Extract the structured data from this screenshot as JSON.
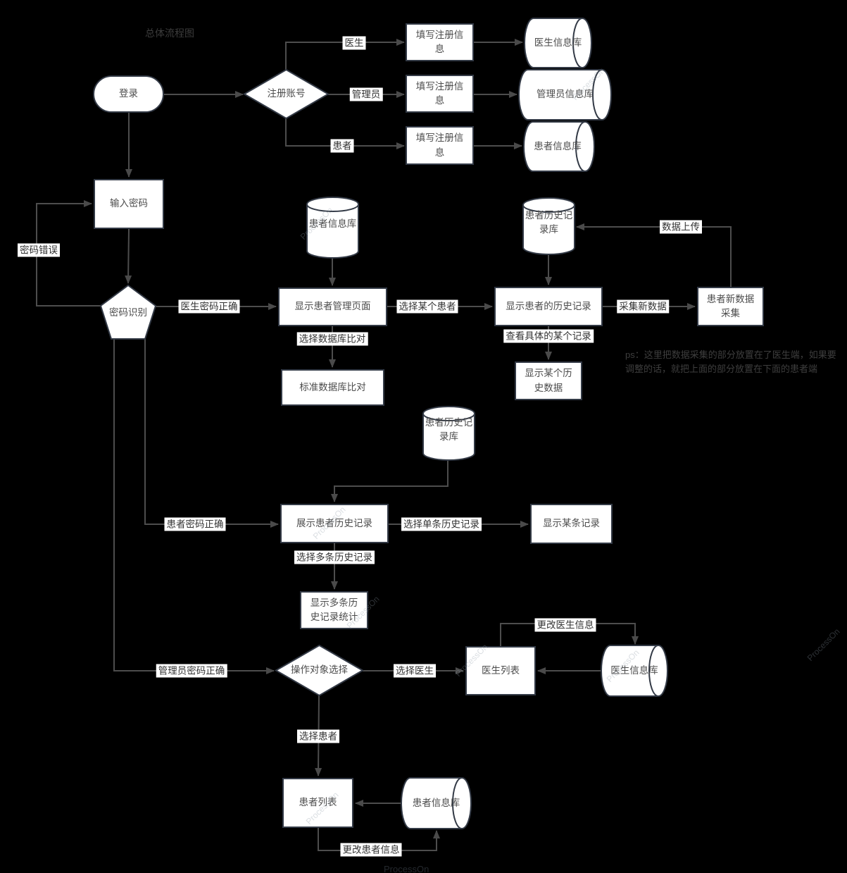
{
  "title": "总体流程图",
  "watermark": "ProcessOn",
  "note": {
    "text": "ps：这里把数据采集的部分放置在了医生端，如果要调整的话，就把上面的部分放置在下面的患者端"
  },
  "colors": {
    "background": "#000000",
    "shape_fill": "#ffffff",
    "shape_border": "#333a46",
    "line": "#4d4d4d",
    "shape_text": "#4c4c4c",
    "label_text": "#333333",
    "note_text": "#3e3e3e"
  },
  "nodes": {
    "login": "登录",
    "register": "注册账号",
    "fill_reg_doctor": "填写注册信息",
    "fill_reg_admin": "填写注册信息",
    "fill_reg_patient": "填写注册信息",
    "doctor_db_top": "医生信息库",
    "admin_db": "管理员信息库",
    "patient_db_top": "患者信息库",
    "input_password": "输入密码",
    "password_check": "密码识别",
    "patient_info_db": "患者信息库",
    "show_patient_mgmt": "显示患者管理页面",
    "std_db_compare": "标准数据库比对",
    "patient_history_db_top": "患者历史记录库",
    "show_patient_history": "显示患者的历史记录",
    "new_data_collect": "患者新数据采集",
    "show_one_history_data": "显示某个历史数据",
    "patient_history_db_mid": "患者历史记录库",
    "display_patient_history": "展示患者历史记录",
    "show_one_record": "显示某条记录",
    "show_multi_stats": "显示多条历史记录统计",
    "op_select": "操作对象选择",
    "doctor_list": "医生列表",
    "doctor_info_db": "医生信息库",
    "patient_list": "患者列表",
    "patient_info_db_bottom": "患者信息库"
  },
  "edge_labels": {
    "doctor": "医生",
    "admin": "管理员",
    "patient": "患者",
    "password_wrong": "密码错误",
    "doctor_pwd_ok": "医生密码正确",
    "select_one_patient": "选择某个患者",
    "collect_new_data": "采集新数据",
    "data_upload": "数据上传",
    "select_db_compare": "选择数据库比对",
    "view_specific_record": "查看具体的某个记录",
    "patient_pwd_ok": "患者密码正确",
    "select_single_record": "选择单条历史记录",
    "select_multi_records": "选择多条历史记录",
    "admin_pwd_ok": "管理员密码正确",
    "select_doctor": "选择医生",
    "update_doctor_info": "更改医生信息",
    "select_patient": "选择患者",
    "update_patient_info": "更改患者信息"
  }
}
